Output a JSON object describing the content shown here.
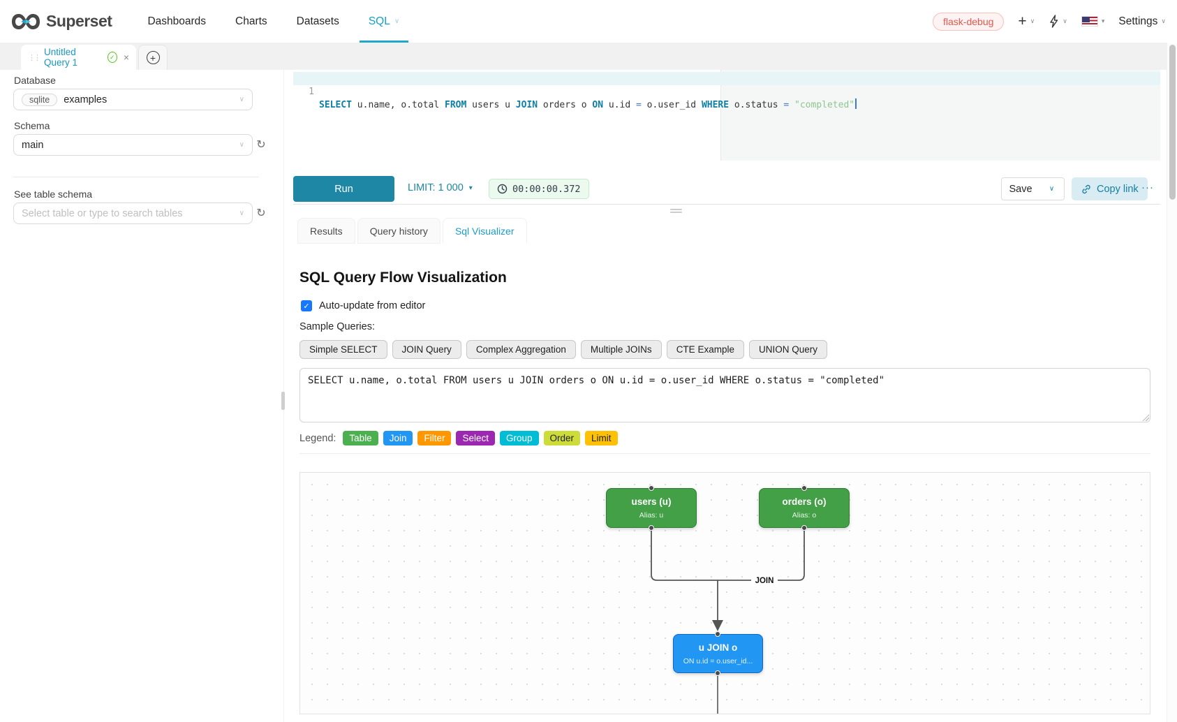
{
  "header": {
    "brand": "Superset",
    "nav": [
      "Dashboards",
      "Charts",
      "Datasets",
      "SQL"
    ],
    "env_badge": "flask-debug",
    "settings_label": "Settings"
  },
  "tabstrip": {
    "tab_title": "Untitled Query 1"
  },
  "sidebar": {
    "database_label": "Database",
    "database_engine": "sqlite",
    "database_value": "examples",
    "schema_label": "Schema",
    "schema_value": "main",
    "table_label": "See table schema",
    "table_placeholder": "Select table or type to search tables"
  },
  "editor": {
    "line_number": "1",
    "tokens": [
      {
        "t": "SELECT"
      },
      {
        "t": " u.name, o.total "
      },
      {
        "t": "FROM"
      },
      {
        "t": " users u "
      },
      {
        "t": "JOIN"
      },
      {
        "t": " orders o "
      },
      {
        "t": "ON"
      },
      {
        "t": " u.id "
      },
      {
        "t": "="
      },
      {
        "t": " o.user_id "
      },
      {
        "t": "WHERE"
      },
      {
        "t": " o.status "
      },
      {
        "t": "="
      },
      {
        "t": " "
      },
      {
        "t": "\"completed\""
      }
    ]
  },
  "toolbar": {
    "run_label": "Run",
    "limit_label": "LIMIT: 1 000",
    "timer": "00:00:00.372",
    "save_label": "Save",
    "copy_link_label": "Copy link",
    "more_label": "···"
  },
  "result_tabs": [
    "Results",
    "Query history",
    "Sql Visualizer"
  ],
  "visualizer": {
    "title": "SQL Query Flow Visualization",
    "auto_update_label": "Auto-update from editor",
    "auto_update_checked": "✓",
    "samples_label": "Sample Queries:",
    "samples": [
      "Simple SELECT",
      "JOIN Query",
      "Complex Aggregation",
      "Multiple JOINs",
      "CTE Example",
      "UNION Query"
    ],
    "query_text": "SELECT u.name, o.total FROM users u JOIN orders o ON u.id = o.user_id WHERE o.status = \"completed\"",
    "legend_label": "Legend:",
    "legend": [
      {
        "label": "Table",
        "color": "#4caf50"
      },
      {
        "label": "Join",
        "color": "#2196f3"
      },
      {
        "label": "Filter",
        "color": "#ff9800"
      },
      {
        "label": "Select",
        "color": "#9c27b0"
      },
      {
        "label": "Group",
        "color": "#00bcd4"
      },
      {
        "label": "Order",
        "color": "#cddc39"
      },
      {
        "label": "Limit",
        "color": "#ffc107"
      }
    ],
    "diagram": {
      "nodes": [
        {
          "title": "users (u)",
          "subtitle": "Alias: u",
          "type": "table"
        },
        {
          "title": "orders (o)",
          "subtitle": "Alias: o",
          "type": "table"
        },
        {
          "title": "u JOIN o",
          "subtitle": "ON u.id = o.user_id...",
          "type": "join"
        }
      ],
      "edge_label": "JOIN",
      "node_colors": {
        "table": "#43a047",
        "join": "#2196f3"
      }
    }
  }
}
